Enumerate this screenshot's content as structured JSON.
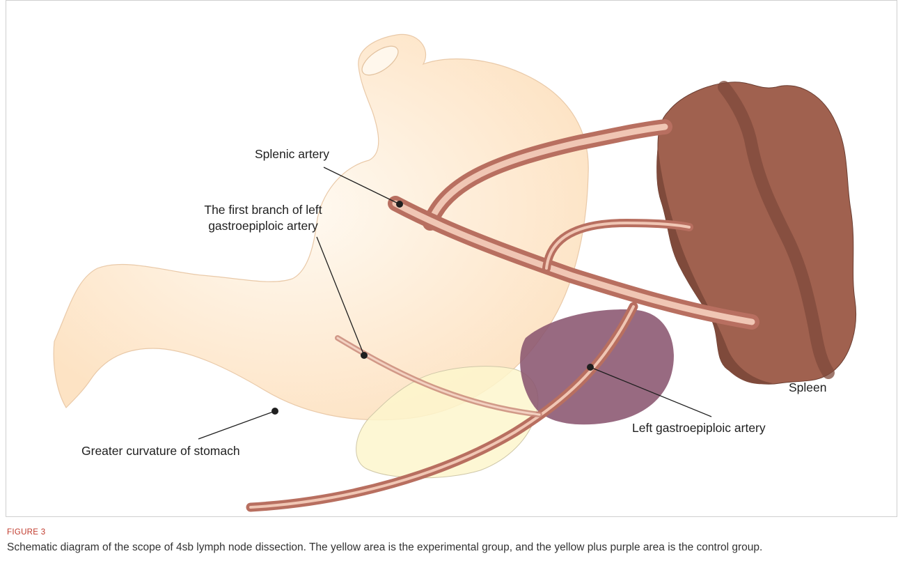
{
  "labels": {
    "splenic_artery": "Splenic artery",
    "first_branch_line1": "The first branch of left",
    "first_branch_line2": "gastroepiploic artery",
    "spleen": "Spleen",
    "left_gastroepiploic": "Left gastroepiploic artery",
    "greater_curvature": "Greater curvature of stomach"
  },
  "caption": {
    "label": "FIGURE 3",
    "text": "Schematic diagram of the scope of 4sb lymph node dissection. The yellow area is the experimental group, and the yellow plus purple area is the control group."
  },
  "colors": {
    "stomach": "#fde8cc",
    "artery": "#c98a7a",
    "spleen": "#a0614f",
    "spleen_shadow": "#7f4a3b",
    "yellow_area": "#fdf6cc",
    "purple_area": "#8a5570"
  }
}
